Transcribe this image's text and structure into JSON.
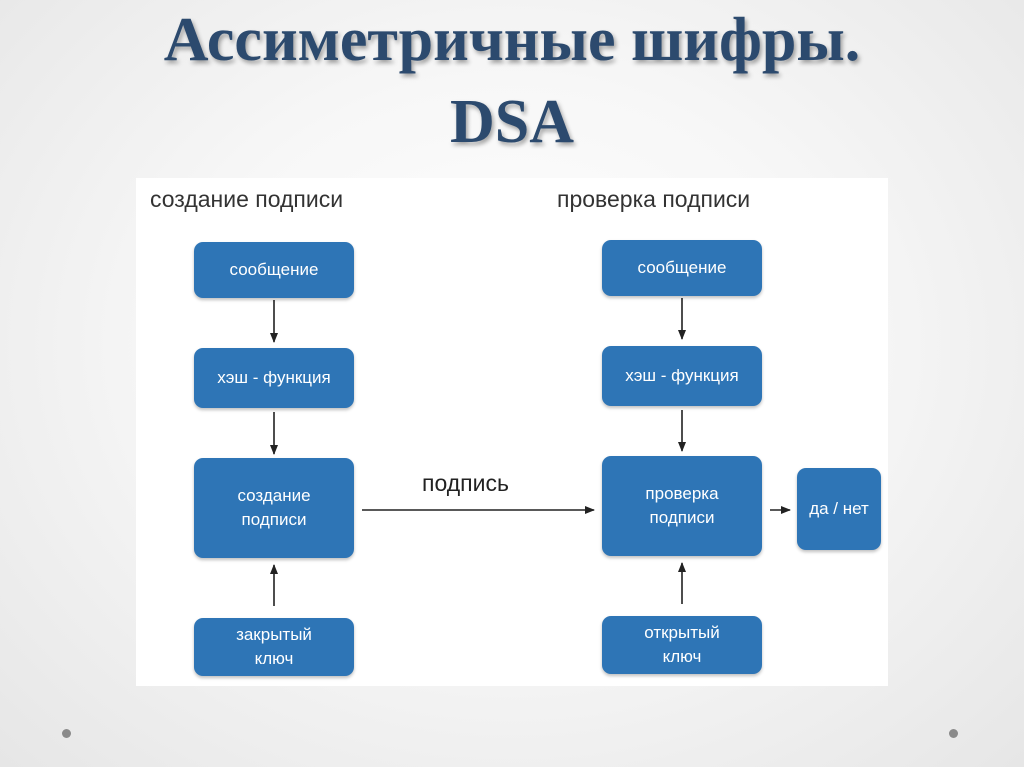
{
  "title": {
    "line1": "Ассиметричные шифры.",
    "line2": "DSA"
  },
  "sign": {
    "heading": "создание подписи",
    "message": "сообщение",
    "hash": "хэш - функция",
    "create_line1": "создание",
    "create_line2": "подписи",
    "key_line1": "закрытый",
    "key_line2": "ключ"
  },
  "verify": {
    "heading": "проверка подписи",
    "message": "сообщение",
    "hash": "хэш - функция",
    "check_line1": "проверка",
    "check_line2": "подписи",
    "key_line1": "открытый",
    "key_line2": "ключ",
    "result": "да / нет"
  },
  "edge_signature": "подпись",
  "colors": {
    "box": "#2e75b6",
    "title": "#2c4a6e"
  }
}
